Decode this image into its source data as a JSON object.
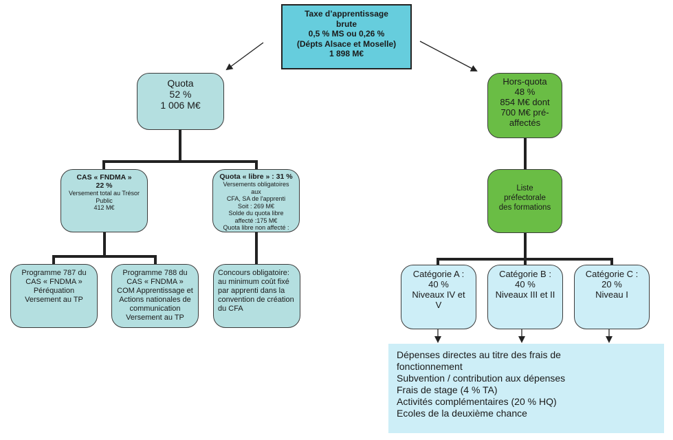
{
  "root": {
    "lines": [
      "Taxe d’apprentissage",
      "brute",
      "0,5 % MS ou 0,26 %",
      "(Dépts Alsace et Moselle)",
      "1 898  M€"
    ]
  },
  "quota": {
    "lines": [
      "Quota",
      "52 %",
      "1 006 M€"
    ]
  },
  "hors_quota": {
    "lines": [
      "Hors-quota",
      "48 %",
      "854 M€ dont",
      "700 M€ pré-",
      "affectés"
    ]
  },
  "cas_fndma": {
    "title": "CAS « FNDMA »",
    "percent": "22 %",
    "lines": [
      "Versement total au Trésor",
      "Public",
      "412 M€"
    ]
  },
  "quota_libre": {
    "title": "Quota « libre » : 31 %",
    "lines": [
      "Versements obligatoires",
      "aux",
      "CFA, SA de l'apprenti",
      "Soit : 269 M€",
      "Solde du quota libre",
      "affecté :175 M€",
      "Quota libre non affecté :"
    ]
  },
  "prog787": {
    "lines": [
      "Programme 787 du",
      "CAS « FNDMA »",
      "Péréquation",
      "Versement au TP"
    ]
  },
  "prog788": {
    "lines": [
      "Programme 788 du",
      "CAS « FNDMA »",
      "COM Apprentissage et",
      "Actions nationales de",
      "communication",
      "Versement au TP"
    ]
  },
  "concours": {
    "lines": [
      "Concours obligatoire:",
      "au minimum coût fixé",
      "par apprenti dans la",
      "convention de création",
      "du CFA"
    ]
  },
  "liste": {
    "lines": [
      "Liste",
      "préfectorale",
      "des formations"
    ]
  },
  "cat_a": {
    "lines": [
      "Catégorie A :",
      "40 %",
      "Niveaux IV et",
      "V"
    ]
  },
  "cat_b": {
    "lines": [
      "Catégorie B :",
      "40 %",
      "Niveaux III et II"
    ]
  },
  "cat_c": {
    "lines": [
      "Catégorie C :",
      "20 %",
      "Niveau I"
    ]
  },
  "uses": {
    "lines": [
      "Dépenses directes au titre des frais de",
      "fonctionnement",
      "Subvention / contribution aux dépenses",
      "Frais de stage (4 % TA)",
      "Activités complémentaires (20 % HQ)",
      "Ecoles de la deuxième chance"
    ]
  },
  "colors": {
    "root": "#66cddd",
    "quota": "#b4dfe0",
    "hors_quota": "#6abd45",
    "category": "#cdeef7",
    "connector": "#222222"
  }
}
